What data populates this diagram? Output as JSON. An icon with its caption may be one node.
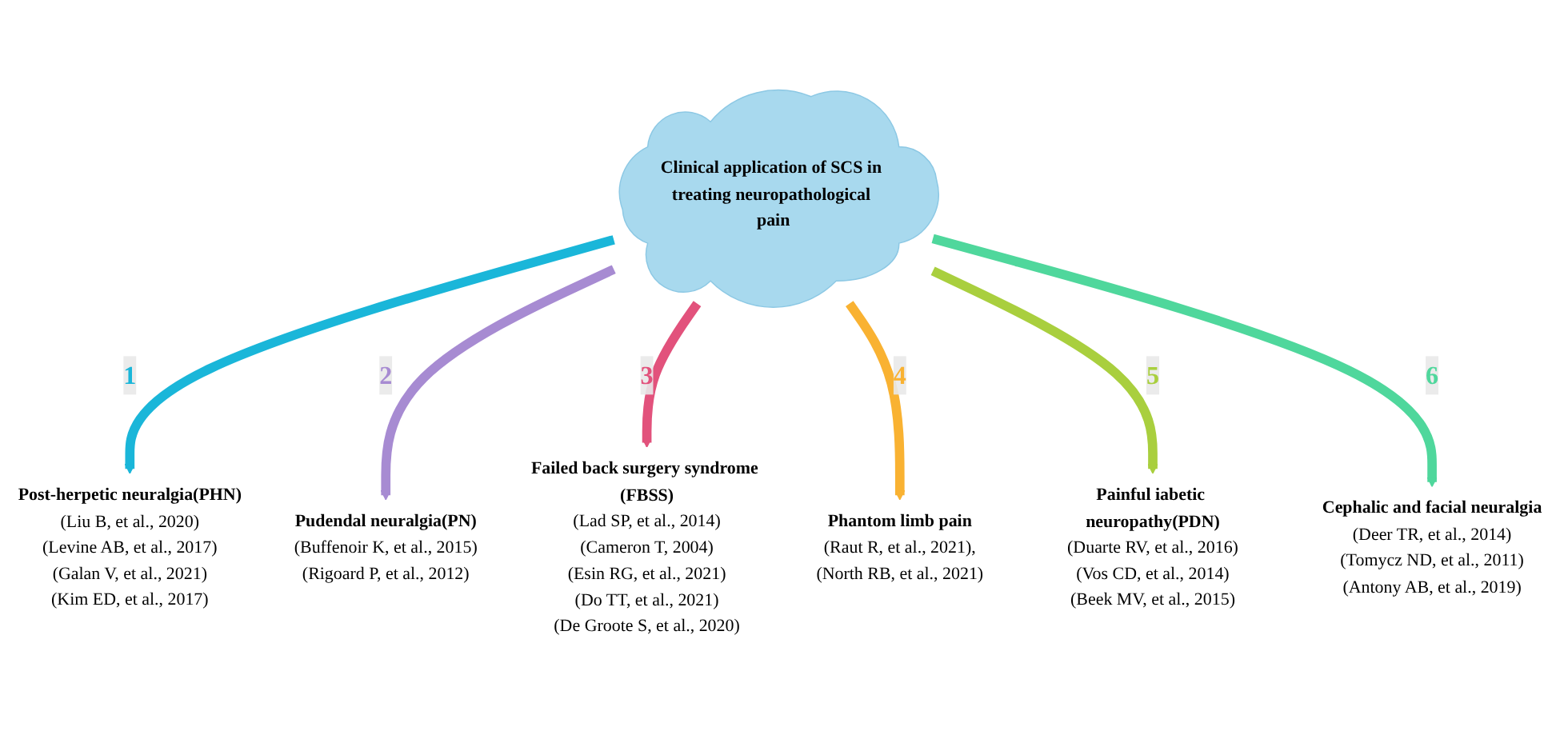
{
  "diagram": {
    "nodes": [
      {
        "text": [
          "Clinical application of SCS in treating neuropathological pain"
        ]
      },
      {
        "text": [
          "Post-herpetic neuralgia(PHN)",
          "(Liu B, et al., 2020)",
          "(Levine AB, et al., 2017)",
          "(Galan V, et al., 2021)",
          "(Kim ED, et al., 2017)"
        ]
      },
      {
        "text": [
          "Pudendal neuralgia(PN)",
          "(Buffenoir K, et al., 2015)",
          "(Rigoard P, et al., 2012)"
        ]
      },
      {
        "text": [
          "Failed back surgery syndrome (FBSS)",
          "(Lad SP, et al., 2014)",
          "(Cameron T, 2004)",
          "(Esin RG, et al., 2021)",
          "(Do TT, et al., 2021)",
          "(De Groote S, et al., 2020)"
        ]
      },
      {
        "text": [
          "Phantom limb pain",
          "(Raut R, et al., 2021),",
          "(North RB, et al., 2021)"
        ]
      },
      {
        "text": [
          "Painful iabetic neuropathy(PDN)",
          "(Duarte RV, et al., 2016)",
          "(Vos CD, et al., 2014)",
          "(Beek MV, et al., 2015)"
        ]
      },
      {
        "text": [
          "Cephalic and facial neuralgia",
          "(Deer TR, et al., 2014)",
          "(Tomycz ND, et al., 2011)",
          "(Antony AB, et al., 2019)"
        ]
      }
    ],
    "edges": [
      {
        "from": 0,
        "to": 1,
        "arrow": "to",
        "label": "1",
        "color": "#1ab6d9"
      },
      {
        "from": 0,
        "to": 2,
        "arrow": "to",
        "label": "2",
        "color": "#a78bd2"
      },
      {
        "from": 0,
        "to": 3,
        "arrow": "to",
        "label": "3",
        "color": "#e2527c"
      },
      {
        "from": 0,
        "to": 4,
        "arrow": "to",
        "label": "4",
        "color": "#f9b232"
      },
      {
        "from": 0,
        "to": 5,
        "arrow": "to",
        "label": "5",
        "color": "#a9cf3e"
      },
      {
        "from": 0,
        "to": 6,
        "arrow": "to",
        "label": "6",
        "color": "#4fd79c"
      }
    ]
  }
}
